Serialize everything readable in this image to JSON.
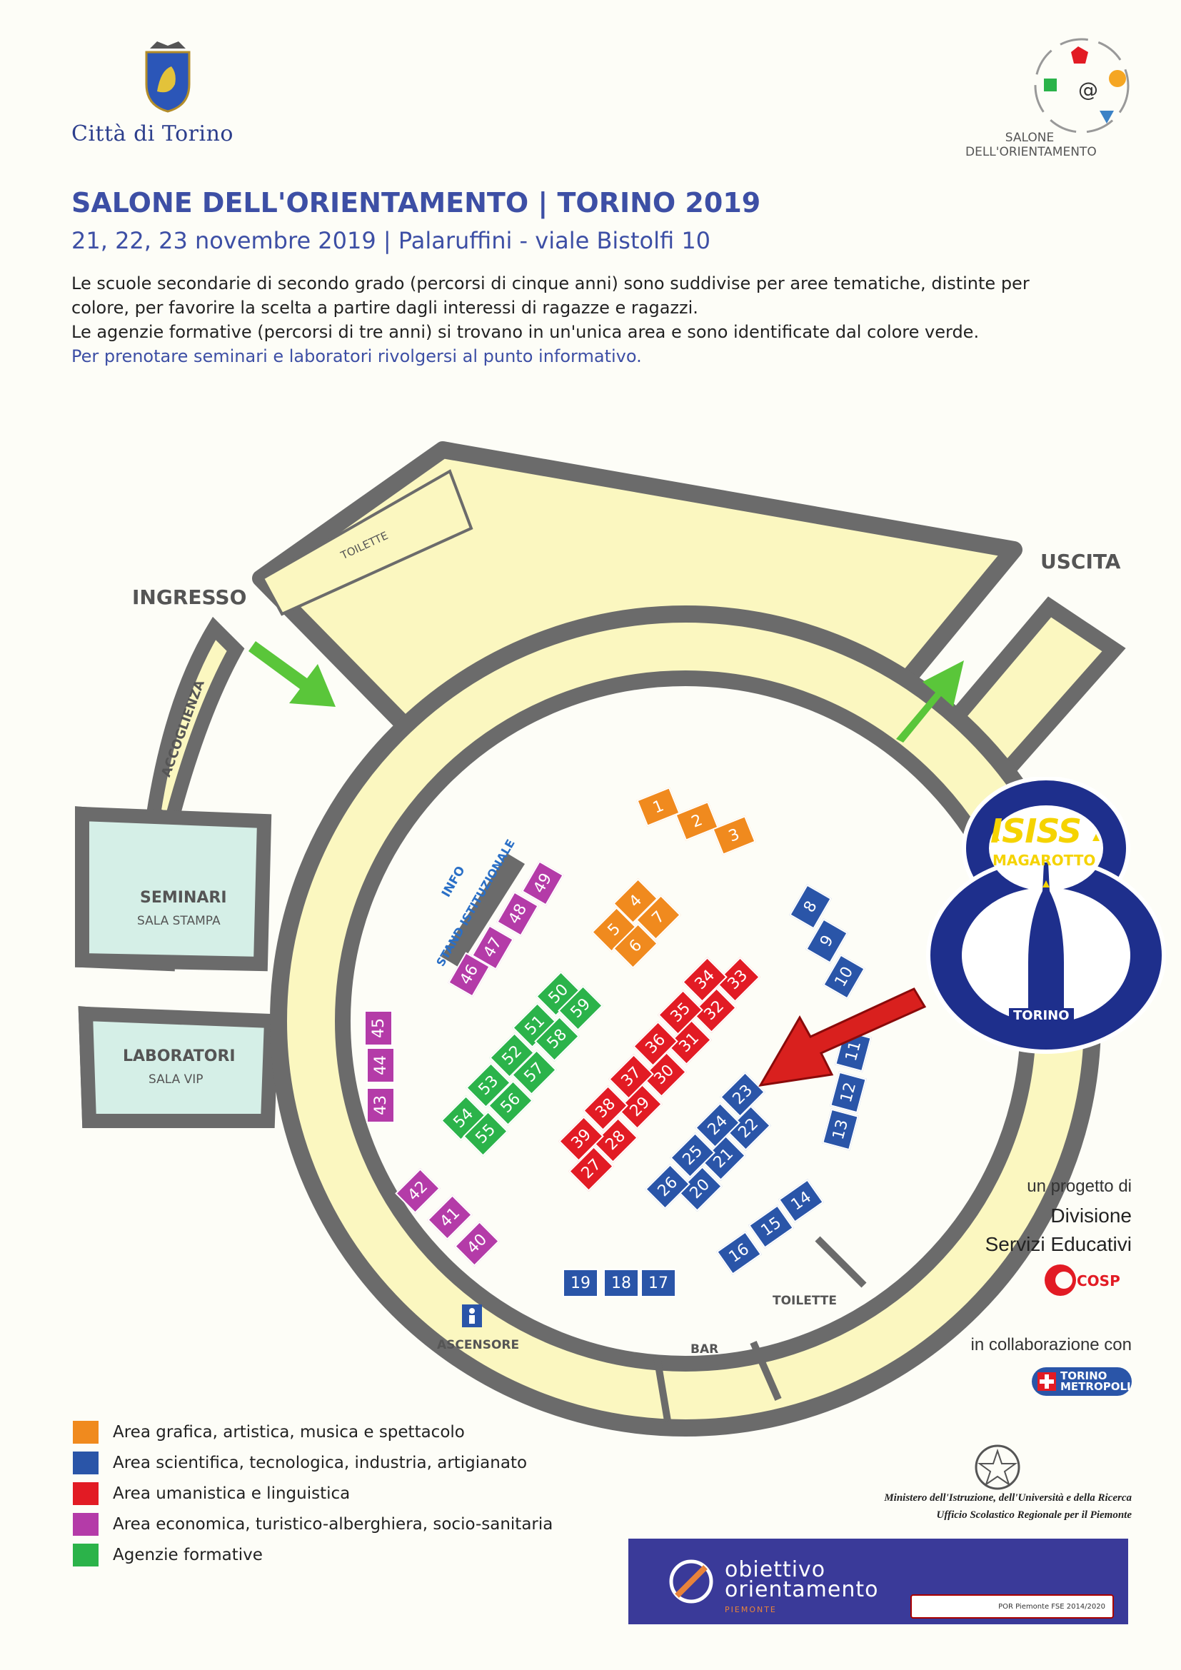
{
  "header": {
    "city_name": "Città di Torino",
    "logo_text_line1": "SALONE",
    "logo_text_line2": "DELL'ORIENTAMENTO",
    "title": "SALONE DELL'ORIENTAMENTO | TORINO 2019",
    "subtitle": "21, 22, 23 novembre 2019 | Palaruffini - viale Bistolfi 10"
  },
  "intro": {
    "line1": "Le scuole secondarie di secondo grado (percorsi di cinque anni) sono suddivise per aree tematiche, distinte per colore, per favorire la scelta a partire dagli interessi di ragazze e ragazzi.",
    "line2": "Le agenzie formative (percorsi di tre anni) si trovano in un'unica area e sono identificate dal colore verde.",
    "line3": "Per prenotare seminari e laboratori rivolgersi al punto informativo."
  },
  "map": {
    "entrance": "INGRESSO",
    "exit": "USCITA",
    "rooms": {
      "toilette_top": "TOILETTE",
      "accoglienza": "ACCOGLIENZA",
      "seminari": "SEMINARI",
      "sala_stampa": "SALA STAMPA",
      "laboratori": "LABORATORI",
      "sala_vip": "SALA VIP",
      "ascensore": "ASCENSORE",
      "bar": "BAR",
      "toilette_bottom": "TOILETTE"
    },
    "info_label": "INFO",
    "stand_label": "STAND ISTITUZIONALE",
    "stands": {
      "orange": [
        "1",
        "2",
        "3",
        "4",
        "5",
        "6",
        "7"
      ],
      "blue": [
        "8",
        "9",
        "10",
        "11",
        "12",
        "13",
        "14",
        "15",
        "16",
        "17",
        "18",
        "19",
        "20",
        "21",
        "22",
        "23",
        "24",
        "25",
        "26"
      ],
      "red": [
        "27",
        "28",
        "29",
        "30",
        "31",
        "32",
        "33",
        "34",
        "35",
        "36",
        "37",
        "38",
        "39"
      ],
      "purple": [
        "40",
        "41",
        "42",
        "43",
        "44",
        "45",
        "46",
        "47",
        "48",
        "49"
      ],
      "green": [
        "50",
        "51",
        "52",
        "53",
        "54",
        "55",
        "56",
        "57",
        "58",
        "59"
      ]
    }
  },
  "badge": {
    "name": "ISISS",
    "school": "MAGAROTTO",
    "city": "TORINO"
  },
  "legend": [
    {
      "color": "#f08a1e",
      "label": "Area grafica, artistica, musica e spettacolo"
    },
    {
      "color": "#2a55a8",
      "label": "Area scientifica, tecnologica, industria, artigianato"
    },
    {
      "color": "#e21b24",
      "label": "Area umanistica e linguistica"
    },
    {
      "color": "#b43ba8",
      "label": "Area economica, turistico-alberghiera, socio-sanitaria"
    },
    {
      "color": "#2bb34a",
      "label": "Agenzie formative"
    }
  ],
  "credits": {
    "project": "un progetto di",
    "division_line1": "Divisione",
    "division_line2": "Servizi Educativi",
    "cosp": "COSP",
    "collaboration": "in collaborazione con",
    "torino_metropoli": "TORINO METROPOLI",
    "ministry_line1": "Ministero dell'Istruzione, dell'Università e della Ricerca",
    "ministry_line2": "Ufficio Scolastico Regionale per il Piemonte"
  },
  "banner": {
    "word1": "obiettivo",
    "word2": "orientamento",
    "region": "PIEMONTE",
    "footer": "POR Piemonte FSE 2014/2020"
  },
  "colors": {
    "wall": "#6b6b6b",
    "room": "#fbf7c0",
    "room_alt": "#d5efe7",
    "arrow_green": "#5ac63a",
    "title_blue": "#3d4fa5",
    "badge_navy": "#1e2f8c"
  }
}
